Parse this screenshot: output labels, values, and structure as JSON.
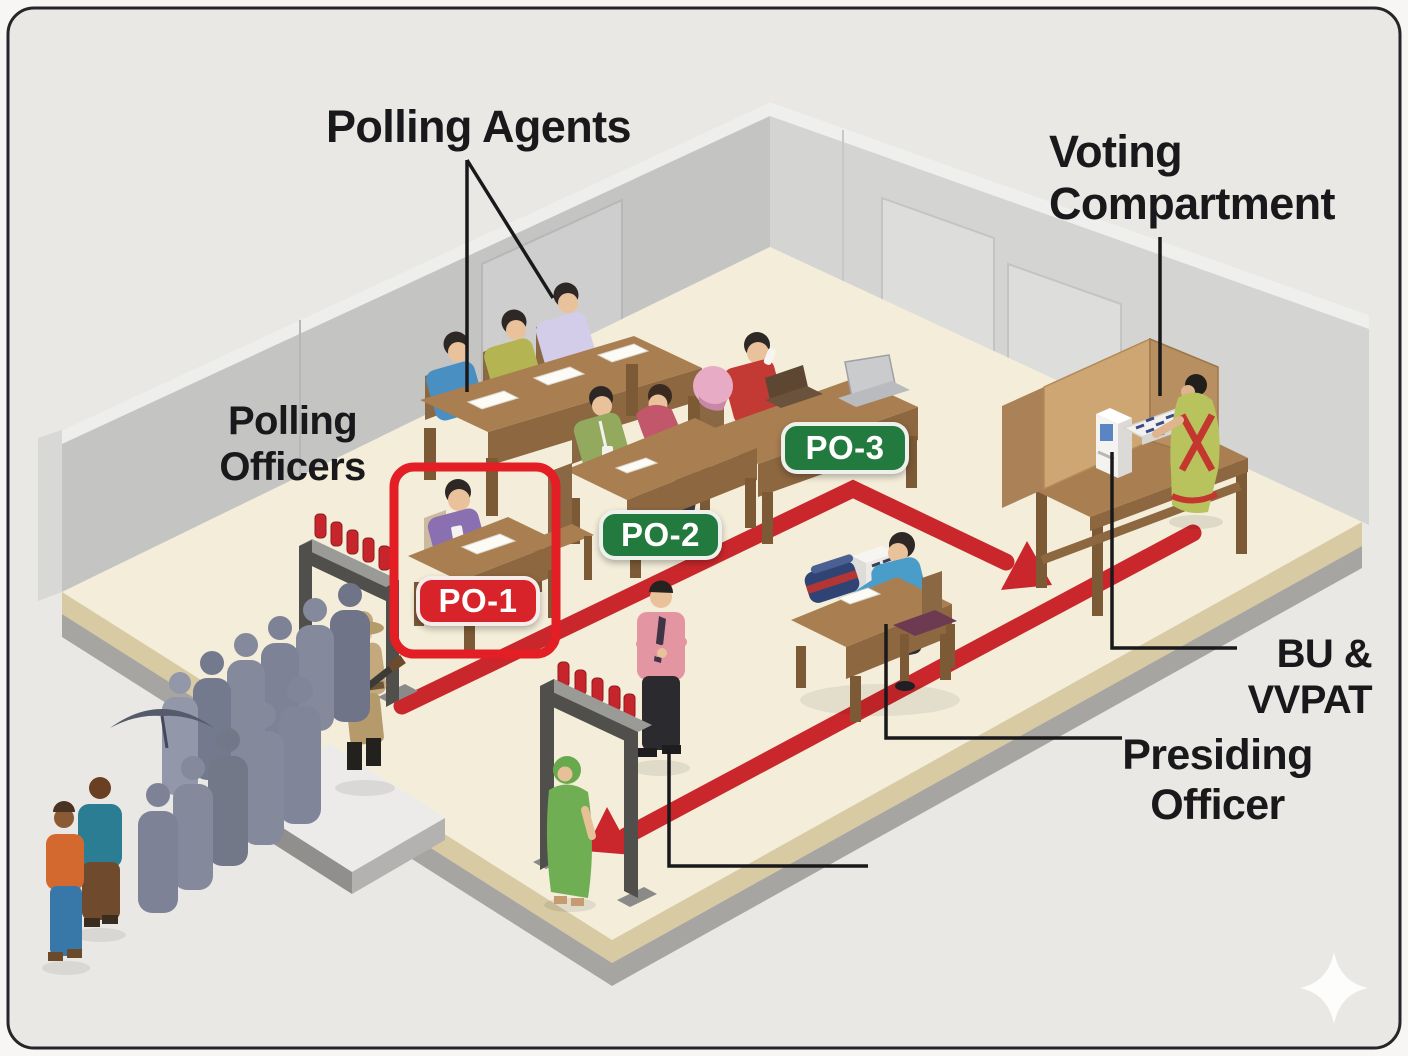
{
  "colors": {
    "page": "#f7f6f4",
    "background": "#e9e8e5",
    "ink": "#19181b",
    "accent-red": "#c9272b",
    "badge-red": "#d8232a",
    "badge-green": "#237a3f",
    "highlight-red": "#e31e25",
    "floor-cream": "#f3edd9",
    "floor-edge-tan": "#d8cba4",
    "wall-left": "#c4c4c3",
    "wall-right": "#d4d4d2",
    "desk-top": "#a97f52",
    "desk-front": "#8c6740",
    "silhouette-gray": "#84899c",
    "guard-khaki": "#c3a97c",
    "gate-dark": "#514f4b",
    "sparkle-white": "#ffffff"
  },
  "labels": {
    "polling_agents": "Polling Agents",
    "voting_compartment": "Voting\nCompartment",
    "polling_officers": "Polling\nOfficers",
    "bu_vvpat": "BU &\nVVPAT",
    "presiding_officer": "Presiding\nOfficer"
  },
  "badges": {
    "po1": "PO-1",
    "po2": "PO-2",
    "po3": "PO-3"
  },
  "icons": {
    "sparkle": "four-pointed-star"
  }
}
